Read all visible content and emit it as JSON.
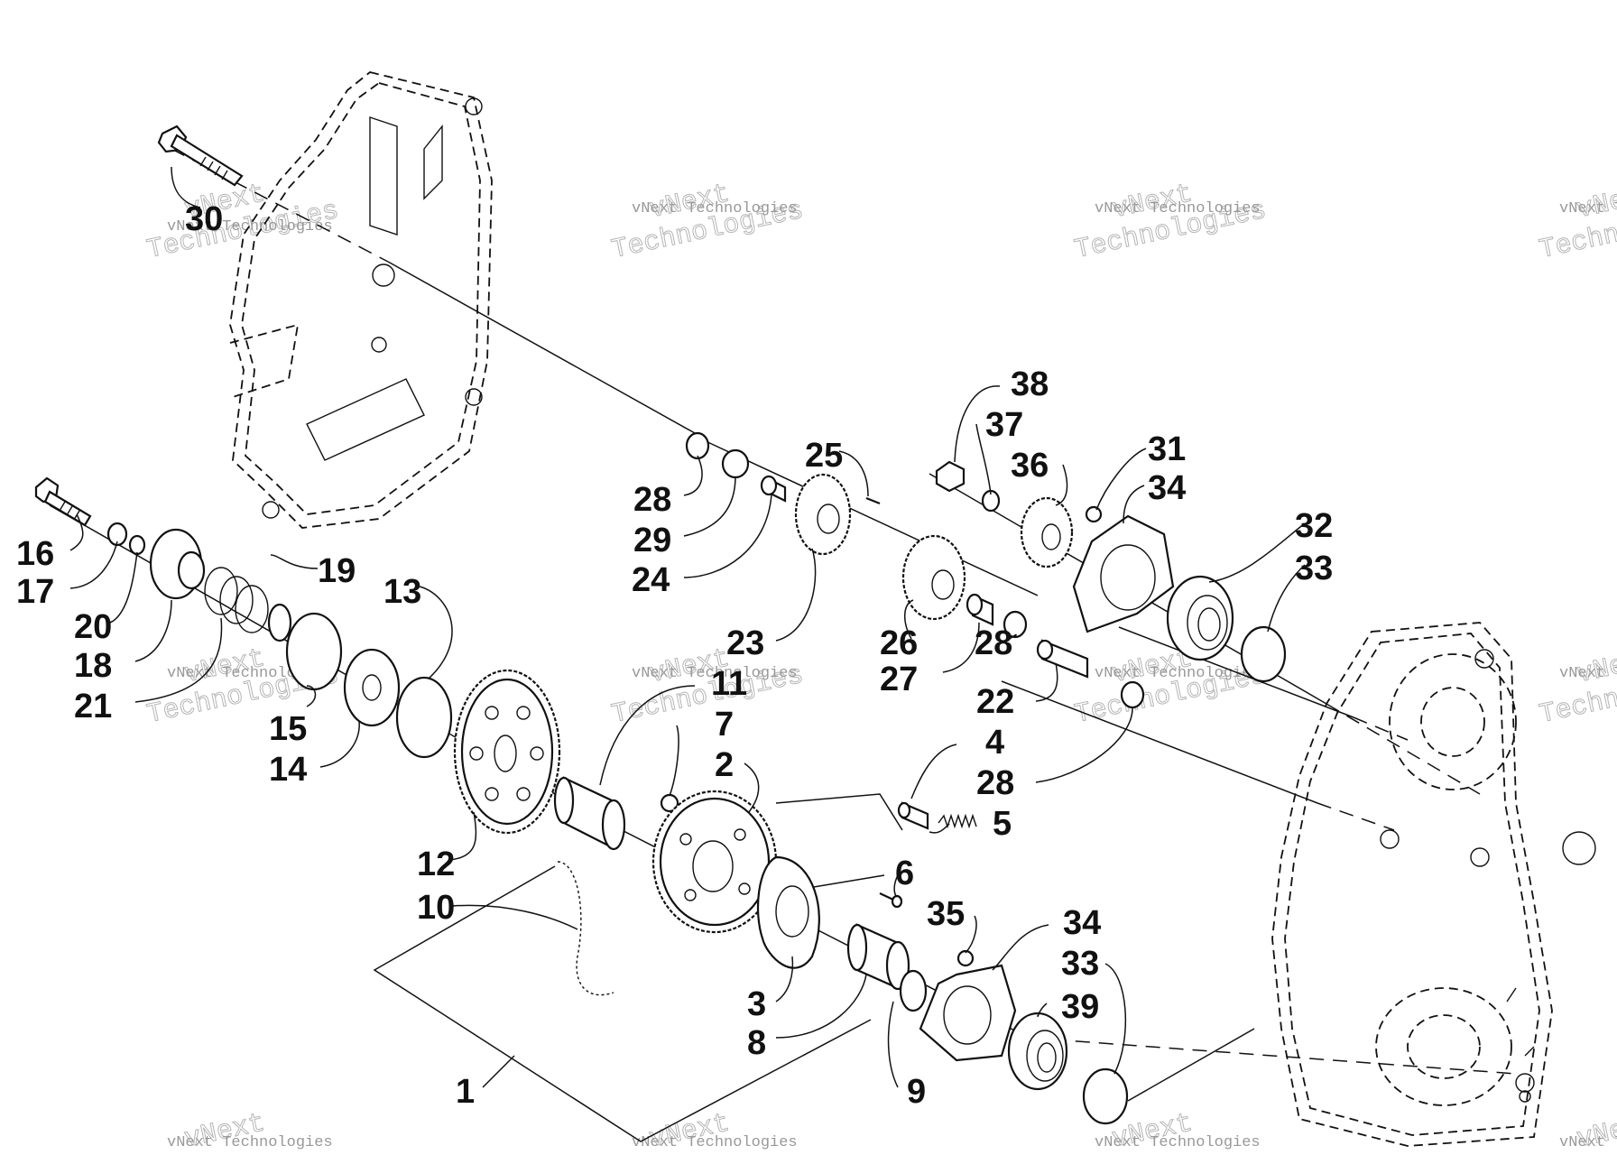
{
  "watermark": {
    "line1": "vNext",
    "line2": "Technologies",
    "full": "vNext Technologies"
  },
  "callouts": [
    "30",
    "38",
    "37",
    "36",
    "31",
    "34",
    "25",
    "28",
    "29",
    "24",
    "32",
    "33",
    "16",
    "17",
    "19",
    "13",
    "20",
    "18",
    "21",
    "23",
    "26",
    "28",
    "27",
    "22",
    "11",
    "7",
    "15",
    "14",
    "2",
    "4",
    "28",
    "5",
    "12",
    "6",
    "10",
    "35",
    "34",
    "33",
    "39",
    "3",
    "8",
    "9",
    "1"
  ],
  "colors": {
    "ink": "#111111",
    "watermark": "#999999",
    "background": "#ffffff"
  }
}
